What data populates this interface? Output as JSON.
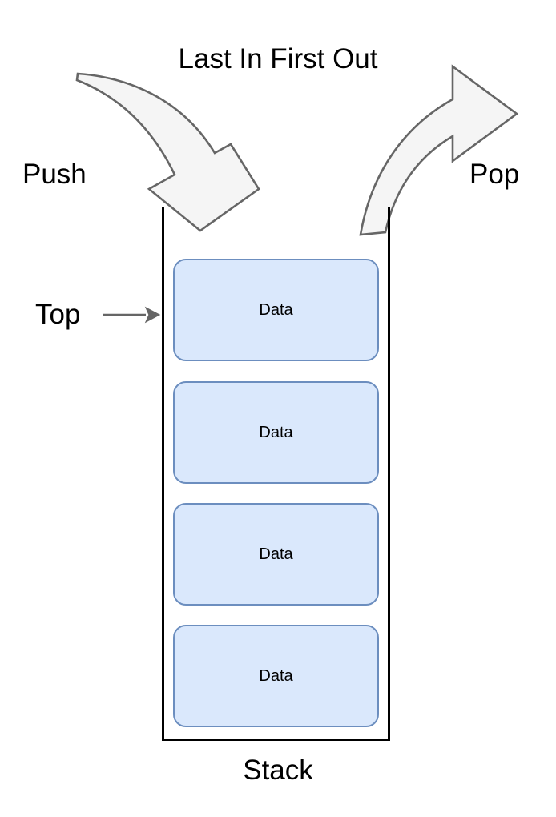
{
  "diagram": {
    "title": "Last In First Out",
    "bottom_label": "Stack",
    "background_color": "#ffffff"
  },
  "labels": {
    "push": "Push",
    "pop": "Pop",
    "top": "Top"
  },
  "stack": {
    "container_color": "#000000",
    "cell_fill": "#dae8fc",
    "cell_border": "#6c8ebf",
    "cells": [
      {
        "label": "Data"
      },
      {
        "label": "Data"
      },
      {
        "label": "Data"
      },
      {
        "label": "Data"
      }
    ]
  },
  "arrows": {
    "push_arrow_fill": "#f5f5f5",
    "push_arrow_stroke": "#666666",
    "pop_arrow_fill": "#f5f5f5",
    "pop_arrow_stroke": "#666666",
    "top_pointer_color": "#666666"
  }
}
